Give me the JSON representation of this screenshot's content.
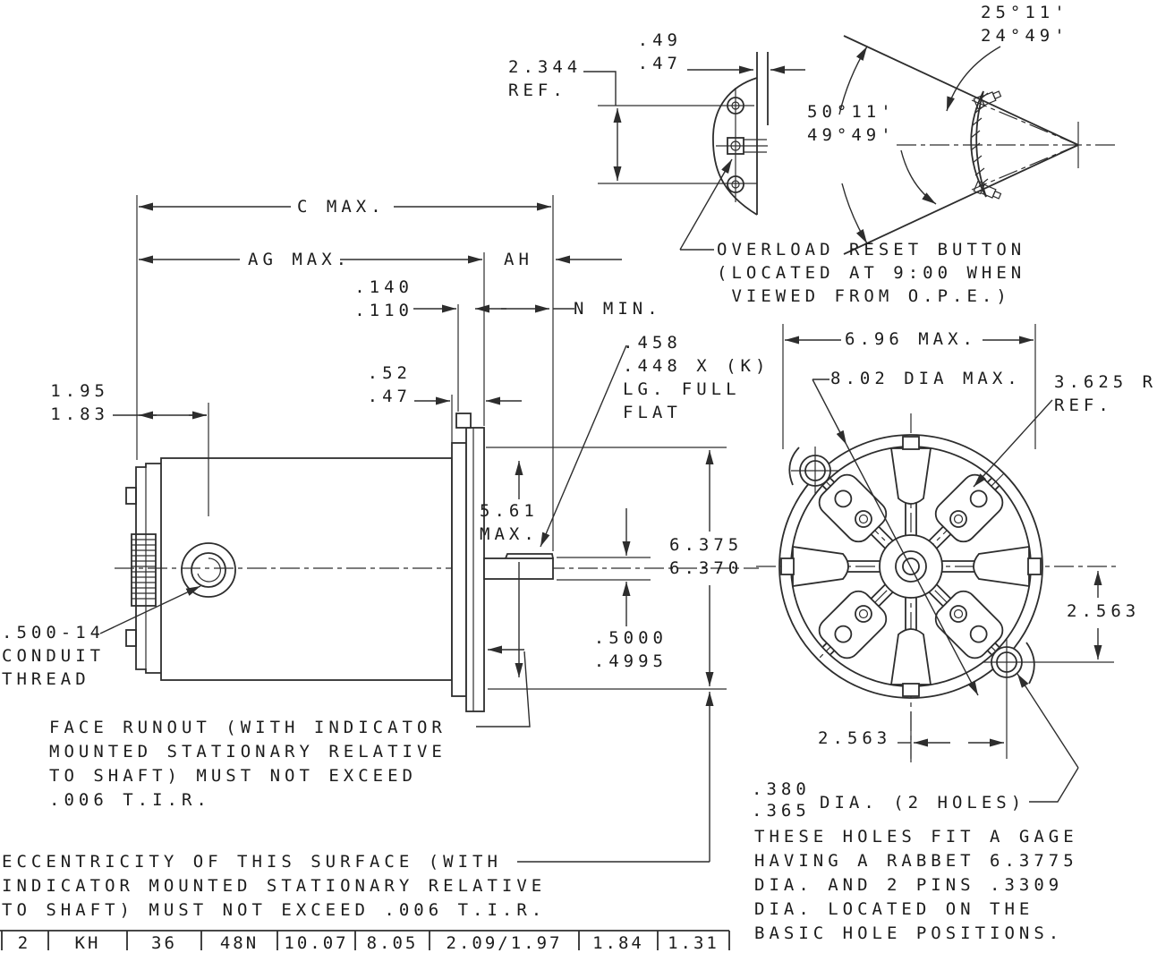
{
  "colors": {
    "line": "#2d2d2d",
    "text": "#1c1c1c",
    "background": "#ffffff"
  },
  "top_plate_detail": {
    "thickness_dim": ".49\n.47",
    "height_dim": "2.344\nREF."
  },
  "angle_detail": {
    "half_angle": "25°11'\n24°49'",
    "full_angle": "50°11'\n49°49'"
  },
  "notes": {
    "overload": "OVERLOAD RESET BUTTON\n(LOCATED AT 9:00 WHEN\n VIEWED FROM O.P.E.)",
    "face_runout": "FACE RUNOUT (WITH INDICATOR\nMOUNTED STATIONARY RELATIVE\nTO SHAFT) MUST NOT EXCEED\n.006 T.I.R.",
    "eccentricity": "ECCENTRICITY OF THIS SURFACE (WITH\nINDICATOR MOUNTED STATIONARY RELATIVE\nTO SHAFT) MUST NOT EXCEED .006 T.I.R.",
    "gage_holes": "THESE HOLES FIT A GAGE\nHAVING A RABBET 6.3775\nDIA. AND 2 PINS .3309\nDIA. LOCATED ON THE\nBASIC HOLE POSITIONS.",
    "conduit": ".500-14\nCONDUIT\nTHREAD"
  },
  "side_view": {
    "c_max": "C MAX.",
    "ag_max": "AG MAX.",
    "ah": "AH",
    "n_min": "N MIN.",
    "dim_140_110": ".140\n.110",
    "dim_52_47": ".52\n.47",
    "dim_195_183": "1.95\n1.83",
    "dim_561": "5.61\nMAX.",
    "dim_6375": "6.375\n6.370",
    "dim_5000": ".5000\n.4995",
    "shaft_flat": ".458\n.448 X (K)\nLG. FULL\nFLAT"
  },
  "front_view": {
    "dim_696": "6.96 MAX.",
    "dim_802": "8.02 DIA MAX.",
    "dim_3625": "3.625 R\nREF.",
    "dim_2563_right": "2.563",
    "dim_2563_bottom": "2.563",
    "hole_dia": ".380\n.365",
    "hole_dia_suffix": "DIA. (2 HOLES)"
  },
  "table": {
    "cells": [
      "2",
      "KH",
      "36",
      "48N",
      "10.07",
      "8.05",
      "2.09/1.97",
      "1.84",
      "1.31"
    ]
  }
}
